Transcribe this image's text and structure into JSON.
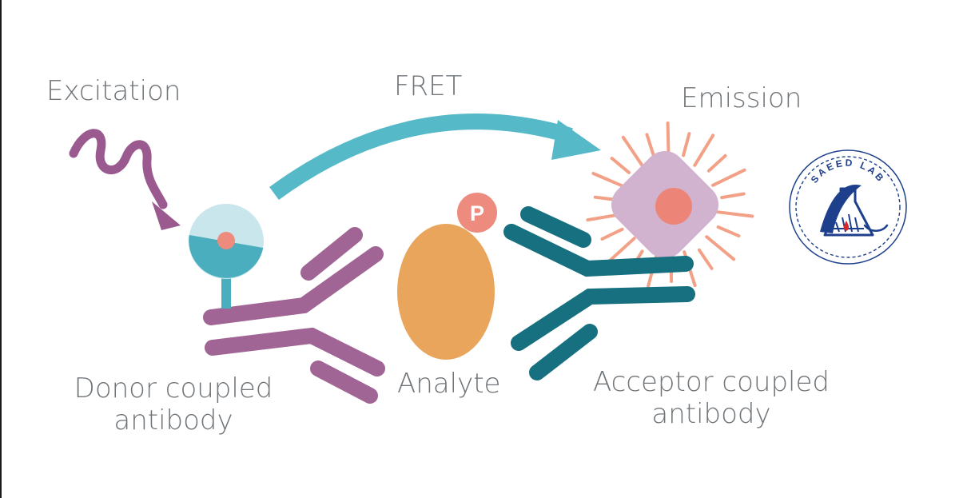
{
  "labels": {
    "excitation": "Excitation",
    "fret": "FRET",
    "emission": "Emission",
    "donor_line1": "Donor coupled",
    "donor_line2": "antibody",
    "analyte": "Analyte",
    "acceptor_line1": "Acceptor coupled",
    "acceptor_line2": "antibody",
    "phospho_badge": "P"
  },
  "logo": {
    "text": "SAEED LAB"
  },
  "colors": {
    "donor_antibody": "#a06594",
    "excitation_wave": "#9a5a8f",
    "fret_arrow": "#55b9c8",
    "donor_fluorophore": "#4aaebe",
    "donor_fluorophore_light": "#c9e6ec",
    "analyte": "#e9a55c",
    "phospho": "#ec8b7e",
    "acceptor_antibody": "#16707f",
    "acceptor_body": "#d2b3cf",
    "emission_rays": "#f2a187",
    "acceptor_core": "#ec8578",
    "text": "#6f7478",
    "logo_blue": "#1d3f8c"
  }
}
